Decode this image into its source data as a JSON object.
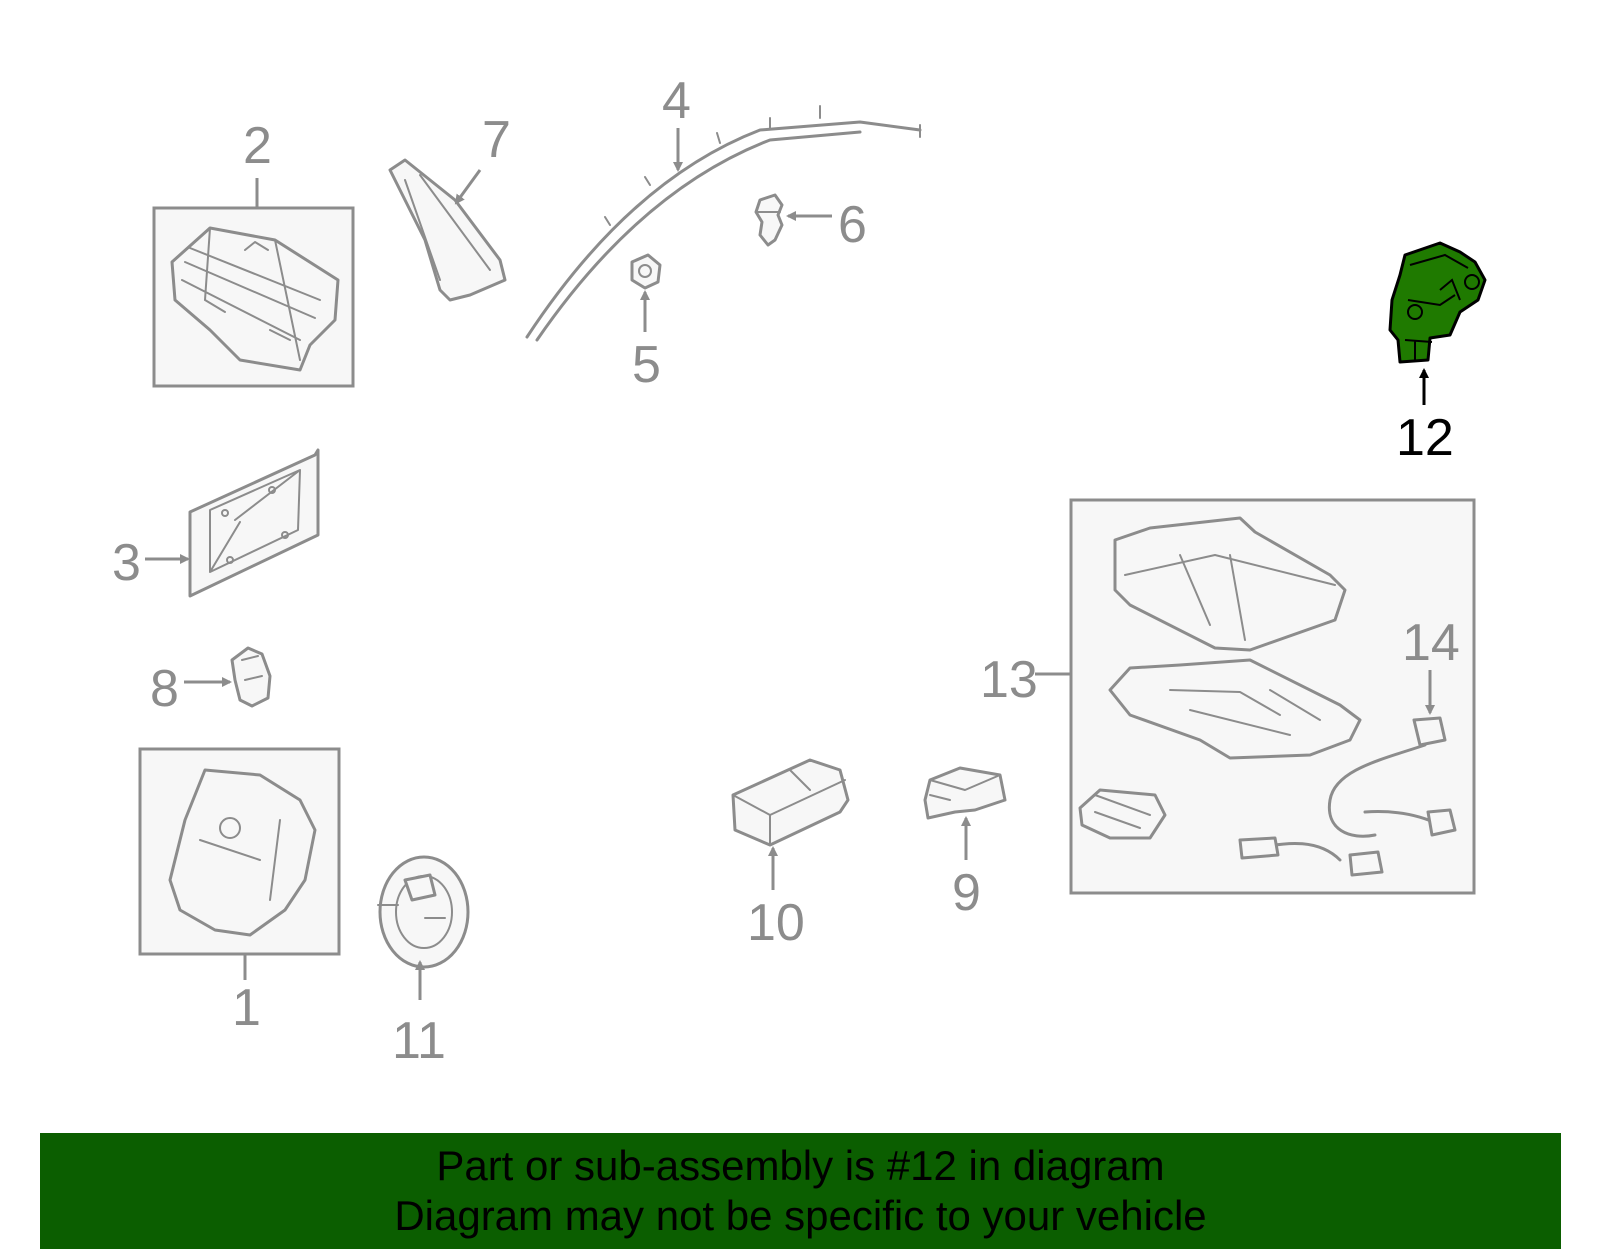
{
  "callouts": {
    "c1": "1",
    "c2": "2",
    "c3": "3",
    "c4": "4",
    "c5": "5",
    "c6": "6",
    "c7": "7",
    "c8": "8",
    "c9": "9",
    "c10": "10",
    "c11": "11",
    "c12": "12",
    "c13": "13",
    "c14": "14"
  },
  "highlight": {
    "part": "12",
    "color": "#1f7a00"
  },
  "banner": {
    "line1": "Part or sub-assembly is #12 in diagram",
    "line2": "Diagram may not be specific to your vehicle",
    "color": "#0b5e00"
  }
}
